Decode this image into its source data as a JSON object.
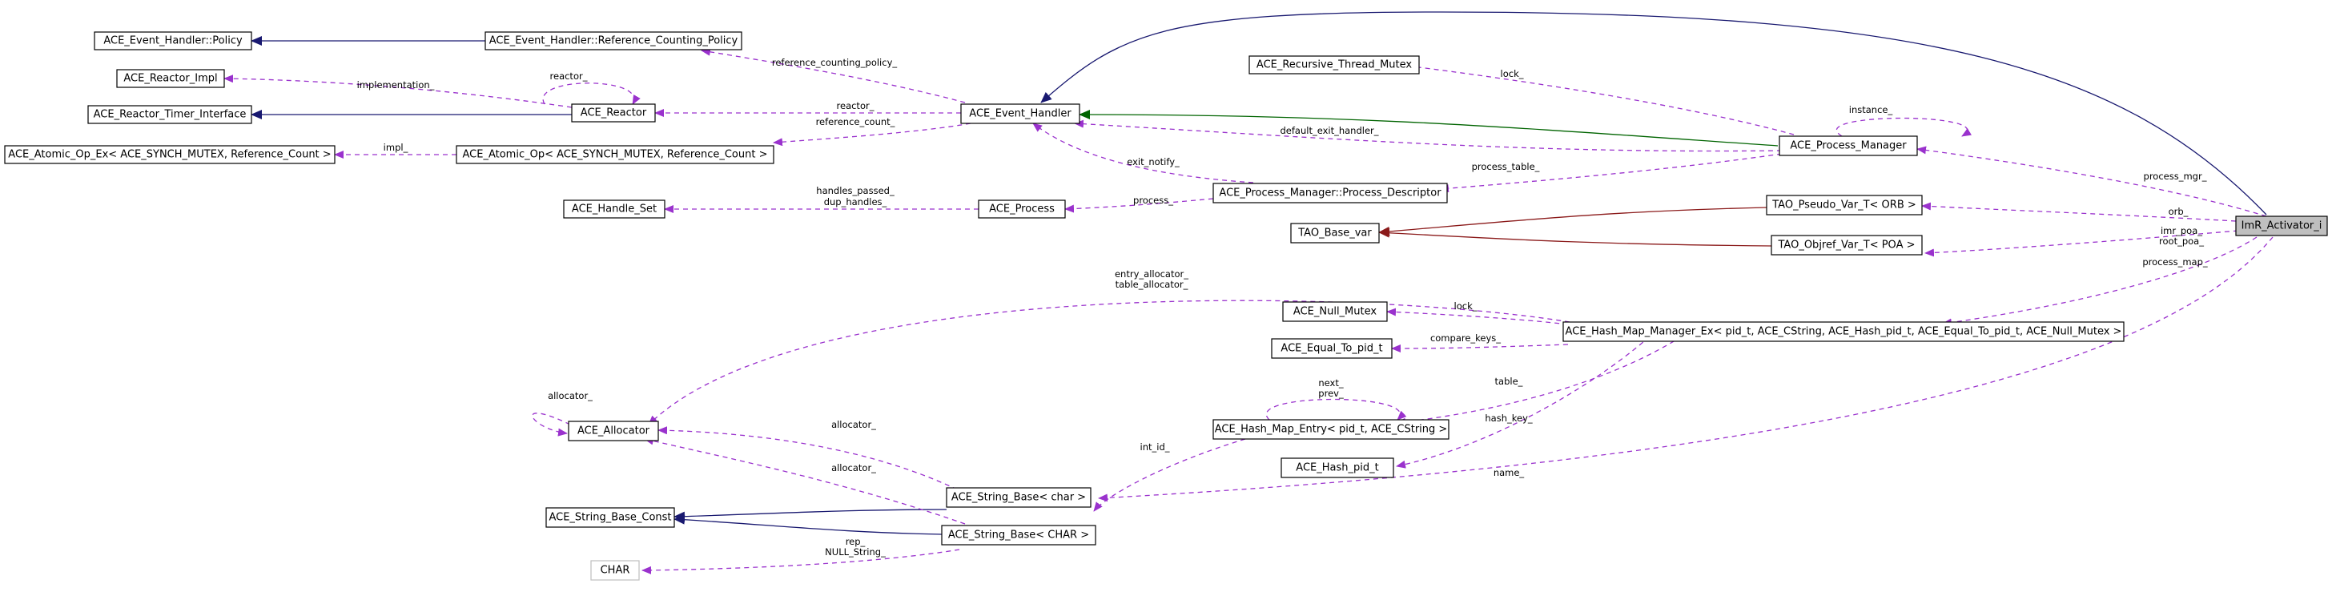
{
  "nodes": {
    "event_handler_policy": "ACE_Event_Handler::Policy",
    "ref_counting_policy": "ACE_Event_Handler::Reference_Counting_Policy",
    "reactor_impl": "ACE_Reactor_Impl",
    "reactor_timer_interface": "ACE_Reactor_Timer_Interface",
    "reactor": "ACE_Reactor",
    "atomic_op_ex": "ACE_Atomic_Op_Ex< ACE_SYNCH_MUTEX, Reference_Count >",
    "atomic_op": "ACE_Atomic_Op< ACE_SYNCH_MUTEX, Reference_Count >",
    "event_handler": "ACE_Event_Handler",
    "recursive_thread_mutex": "ACE_Recursive_Thread_Mutex",
    "process_manager": "ACE_Process_Manager",
    "handle_set": "ACE_Handle_Set",
    "process": "ACE_Process",
    "process_descriptor": "ACE_Process_Manager::Process_Descriptor",
    "pseudo_var_orb": "TAO_Pseudo_Var_T< ORB >",
    "base_var": "TAO_Base_var",
    "objref_var_poa": "TAO_Objref_Var_T< POA >",
    "imr_activator": "ImR_Activator_i",
    "null_mutex": "ACE_Null_Mutex",
    "hash_map_manager": "ACE_Hash_Map_Manager_Ex< pid_t, ACE_CString, ACE_Hash_pid_t, ACE_Equal_To_pid_t, ACE_Null_Mutex >",
    "equal_to_pid": "ACE_Equal_To_pid_t",
    "allocator": "ACE_Allocator",
    "hash_map_entry": "ACE_Hash_Map_Entry< pid_t, ACE_CString >",
    "hash_pid": "ACE_Hash_pid_t",
    "string_base_char": "ACE_String_Base< char >",
    "string_base_const": "ACE_String_Base_Const",
    "string_base_CHAR": "ACE_String_Base< CHAR >",
    "char_type": "CHAR"
  },
  "edge_labels": {
    "reference_counting_policy": "reference_counting_policy_",
    "implementation": "implementation_",
    "reactor_self": "reactor_",
    "reactor": "reactor_",
    "reference_count": "reference_count_",
    "impl": "impl_",
    "lock_pm": "lock_",
    "instance": "instance_",
    "default_exit_handler": "default_exit_handler_",
    "exit_notify": "exit_notify_",
    "process_table": "process_table_",
    "process_mgr": "process_mgr_",
    "handles_passed": "handles_passed_",
    "dup_handles": "dup_handles_",
    "process": "process_",
    "orb": "orb_",
    "imr_poa": "imr_poa_",
    "root_poa": "root_poa_",
    "process_map": "process_map_",
    "entry_allocator": "entry_allocator_",
    "table_allocator": "table_allocator_",
    "lock_hm": "lock_",
    "compare_keys": "compare_keys_",
    "allocator_self": "allocator_",
    "next": "next_",
    "prev": "prev_",
    "table": "table_",
    "allocator_1": "allocator_",
    "allocator_2": "allocator_",
    "int_id": "int_id_",
    "hash_key": "hash_key_",
    "name": "name_",
    "rep": "rep_",
    "null_string": "NULL_String_"
  },
  "colors": {
    "usage_edge": "#9a32cd",
    "inheritance_edge": "#191970",
    "public_inheritance_green": "#006400",
    "protected_inheritance_red": "#8b1a1a",
    "highlight_node": "#bfbfbf",
    "undocumented_node_border": "#bfbfbf"
  }
}
